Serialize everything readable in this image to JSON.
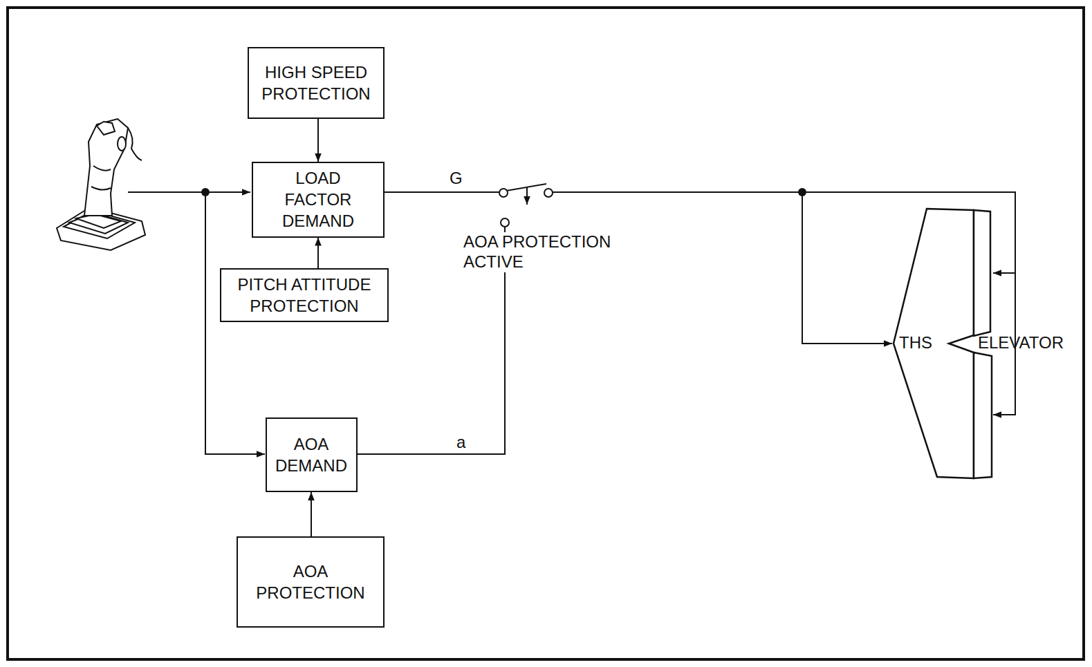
{
  "diagram": {
    "nodes": [
      {
        "text": [
          "HIGH SPEED PROTECTION"
        ]
      },
      {
        "text": [
          "LOAD FACTOR DEMAND"
        ]
      },
      {
        "text": [
          "PITCH ATTITUDE PROTECTION"
        ]
      },
      {
        "text": [
          "AOA DEMAND"
        ]
      },
      {
        "text": [
          "AOA PROTECTION"
        ]
      }
    ],
    "edges": [
      {
        "from": 0,
        "to": 1,
        "arrow": "to"
      },
      {
        "from": 2,
        "to": 1,
        "arrow": "to"
      },
      {
        "from": 4,
        "to": 3,
        "arrow": "to"
      }
    ],
    "labels": [
      "G",
      "AOA PROTECTION ACTIVE",
      "a",
      "THS",
      "ELEVATOR"
    ]
  }
}
